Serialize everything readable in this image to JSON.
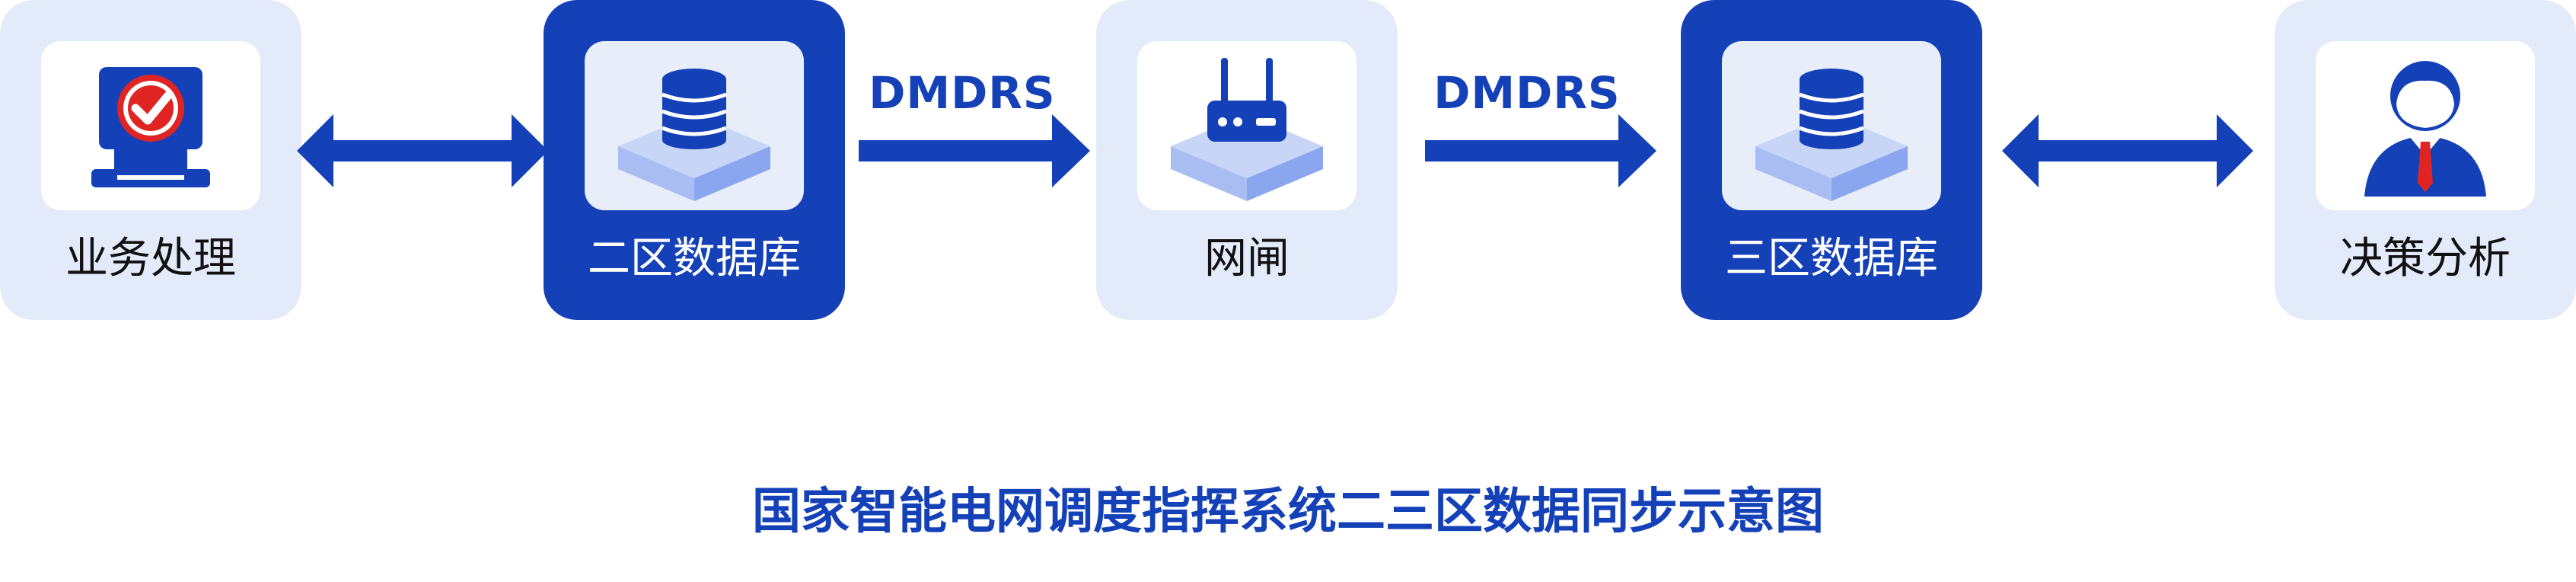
{
  "nodes": [
    {
      "label": "业务处理",
      "icon": "computer-check-icon"
    },
    {
      "label": "二区数据库",
      "icon": "database-icon"
    },
    {
      "label": "网闸",
      "icon": "router-icon"
    },
    {
      "label": "三区数据库",
      "icon": "database-icon"
    },
    {
      "label": "决策分析",
      "icon": "person-icon"
    }
  ],
  "flows": [
    {
      "label": "DMDRS"
    },
    {
      "label": "DMDRS"
    }
  ],
  "caption": "国家智能电网调度指挥系统二三区数据同步示意图",
  "colors": {
    "accent": "#1541b8",
    "light_panel": "#e3ebfa",
    "icon_blue": "#a9bdf2",
    "check_red": "#e02424"
  }
}
